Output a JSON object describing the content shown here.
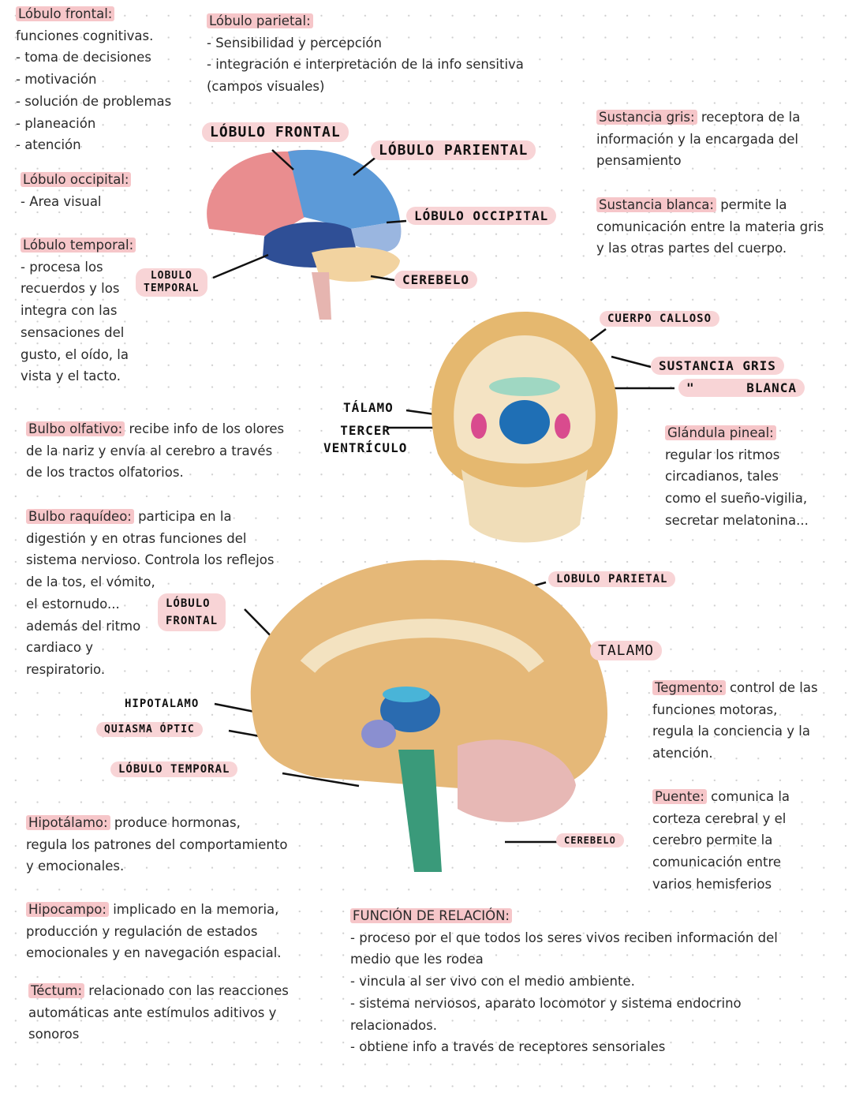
{
  "frontal": {
    "title": "Lóbulo frontal:",
    "lines": [
      "funciones cognitivas.",
      "- toma de decisiones",
      "- motivación",
      "- solución de problemas",
      "- planeación",
      "- atención"
    ]
  },
  "parietal": {
    "title": "Lóbulo parietal:",
    "lines": [
      "- Sensibilidad y percepción",
      "- integración e interpretación de la info sensitiva",
      "(campos visuales)"
    ]
  },
  "occipital": {
    "title": "Lóbulo occipital:",
    "lines": [
      "- Area visual"
    ]
  },
  "temporal": {
    "title": "Lóbulo temporal:",
    "lines": [
      "- procesa los",
      "recuerdos y los",
      "integra con las",
      "sensaciones del",
      "gusto, el oído, la",
      "vista y el tacto."
    ]
  },
  "gris": {
    "title": "Sustancia gris:",
    "rest": " receptora de la",
    "lines": [
      "información y la encargada del",
      "pensamiento"
    ]
  },
  "blanca": {
    "title": "Sustancia blanca:",
    "rest": " permite la",
    "lines": [
      "comunicación entre la materia gris",
      "y las otras partes del cuerpo."
    ]
  },
  "olfativo": {
    "title": "Bulbo olfativo:",
    "rest": " recibe info de los olores",
    "lines": [
      "de la nariz y envía al cerebro a través",
      "de los tractos olfatorios."
    ]
  },
  "pineal": {
    "title": "Glándula pineal:",
    "lines": [
      "regular los ritmos",
      "circadianos, tales",
      "como el sueño-vigilia,",
      "secretar melatonina..."
    ]
  },
  "raquideo": {
    "title": "Bulbo raquídeo:",
    "rest": " participa en la",
    "lines": [
      "digestión y en otras funciones del",
      "sistema nervioso. Controla los reflejos",
      "de la tos, el vómito,",
      "el estornudo...",
      "además del ritmo",
      "cardiaco y",
      "respiratorio."
    ]
  },
  "tegmento": {
    "title": "Tegmento:",
    "rest": " control de las",
    "lines": [
      "funciones motoras,",
      "regula la conciencia y la",
      "atención."
    ]
  },
  "puente": {
    "title": "Puente:",
    "rest": " comunica la",
    "lines": [
      "corteza cerebral y el",
      "cerebro permite la",
      "comunicación entre",
      "varios hemisferios"
    ]
  },
  "hipotalamo": {
    "title": "Hipotálamo:",
    "rest": " produce hormonas,",
    "lines": [
      "regula los patrones del comportamiento",
      "y emocionales."
    ]
  },
  "hipocampo": {
    "title": "Hipocampo:",
    "rest": " implicado en la memoria,",
    "lines": [
      "producción y regulación de estados",
      "emocionales y en navegación espacial."
    ]
  },
  "tectum": {
    "title": "Téctum:",
    "rest": " relacionado con las reacciones",
    "lines": [
      "automáticas ante estímulos aditivos y",
      "sonoros"
    ]
  },
  "relacion": {
    "title": "FUNCIÓN DE RELACIÓN:",
    "lines": [
      "- proceso por el que todos los seres vivos reciben información del",
      "medio que les rodea",
      "- vincula al ser vivo con el medio ambiente.",
      "- sistema nerviosos, aparato locomotor y sistema endocrino",
      "relacionados.",
      "- obtiene info a través de receptores sensoriales"
    ]
  },
  "labels": {
    "lobulo_frontal": "LÓBULO FRONTAL",
    "lobulo_pariental": "LÓBULO PARIENTAL",
    "lobulo_occipital": "LÓBULO OCCIPITAL",
    "cerebelo": "CEREBELO",
    "lobulo_temporal_1": "LOBULO",
    "lobulo_temporal_2": "TEMPORAL",
    "cuerpo_calloso": "CUERPO CALLOSO",
    "sustancia_gris": "SUSTANCIA GRIS",
    "ditto": "\"",
    "blanca": "BLANCA",
    "talamo": "TÁLAMO",
    "tercer": "TERCER",
    "ventriculo": "VENTRÍCULO",
    "lobulo_parietal": "LOBULO PARIETAL",
    "lobulo_frontal2_1": "LÓBULO",
    "lobulo_frontal2_2": "FRONTAL",
    "talamo2": "TALAMO",
    "hipotalamo": "HIPOTALAMO",
    "quiasma": "QUIASMA ÓPTIC",
    "lobulo_temporal2": "LÓBULO TEMPORAL",
    "cerebelo2": "CEREBELO"
  }
}
